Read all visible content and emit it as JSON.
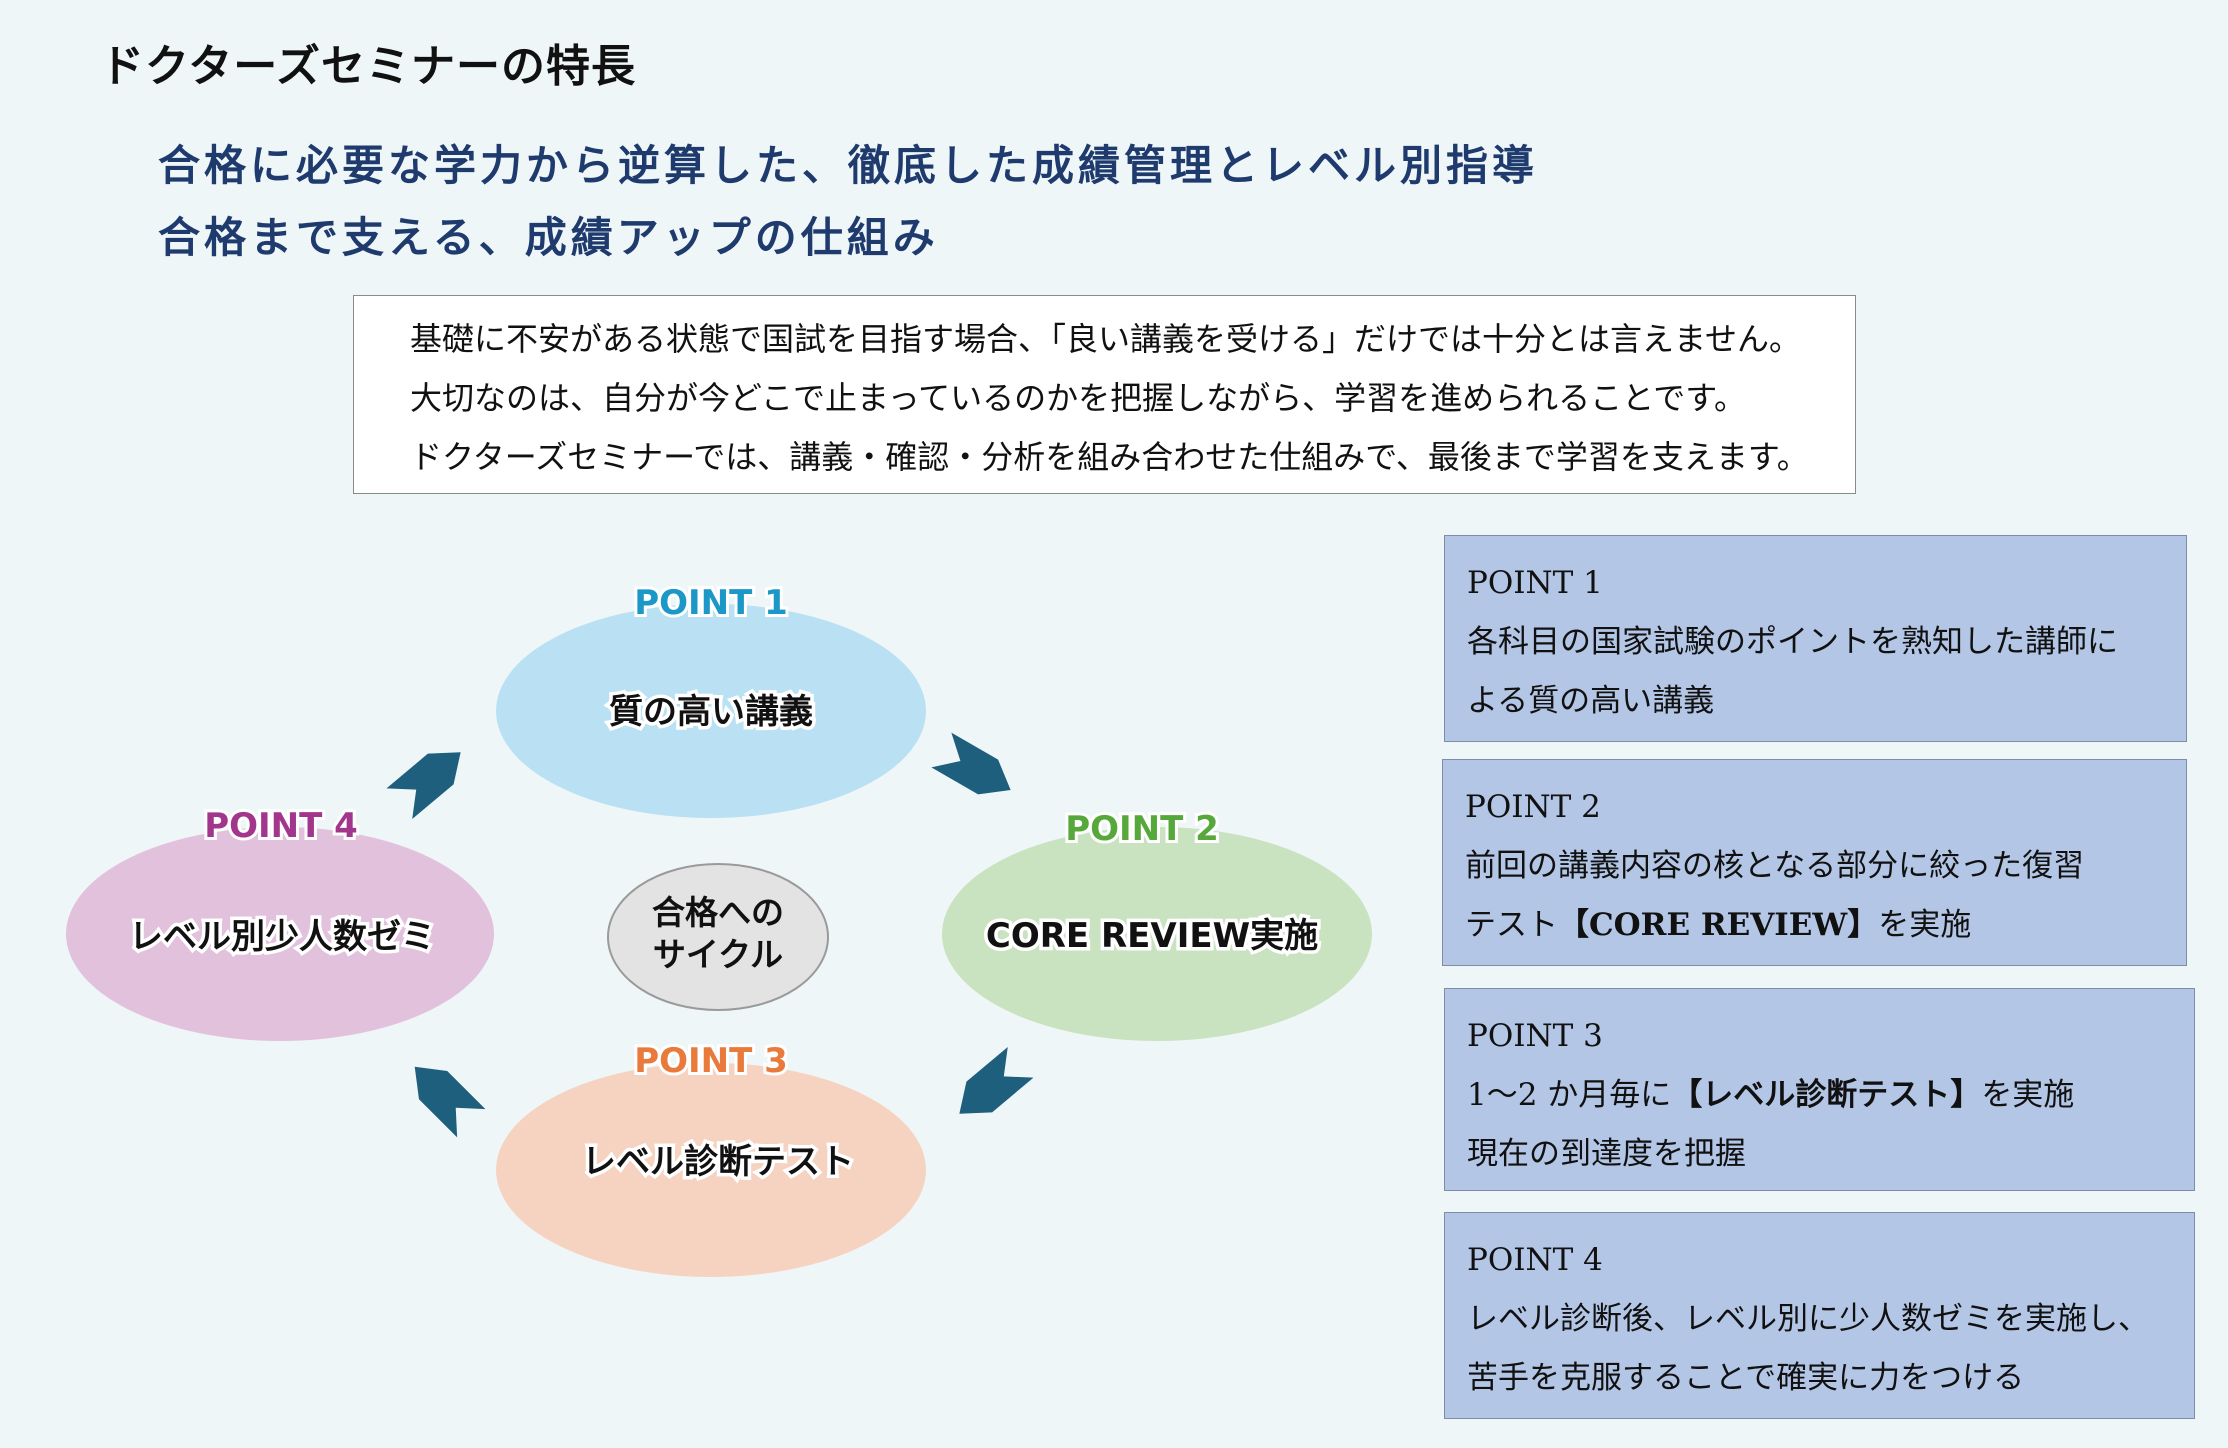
{
  "page": {
    "title": "ドクターズセミナーの特長",
    "headline_lines": [
      "合格に必要な学力から逆算した、徹底した成績管理とレベル別指導",
      "合格まで支える、成績アップの仕組み"
    ]
  },
  "intro": {
    "lines": [
      "基礎に不安がある状態で国試を目指す場合、「良い講義を受ける」だけでは十分とは言えません。",
      "大切なのは、自分が今どこで止まっているのかを把握しながら、学習を進められることです。",
      "ドクターズセミナーでは、講義・確認・分析を組み合わせた仕組みで、最後まで学習を支えます。"
    ]
  },
  "cycle": {
    "center_lines": [
      "合格への",
      "サイクル"
    ],
    "nodes": [
      {
        "point": "POINT 1",
        "label": "質の高い講義",
        "color": "#b9e1f3",
        "label_color": "#1b97c8"
      },
      {
        "point": "POINT 2",
        "label": "CORE REVIEW実施",
        "color": "#c9e3c1",
        "label_color": "#57a83b"
      },
      {
        "point": "POINT 3",
        "label": "レベル診断テスト",
        "color": "#f6d3c1",
        "label_color": "#e87a3c"
      },
      {
        "point": "POINT 4",
        "label": "レベル別少人数ゼミ",
        "color": "#e2c1dd",
        "label_color": "#a1368c"
      }
    ],
    "arrow_color": "#1f5f7e"
  },
  "points": [
    {
      "heading": "POINT 1",
      "line1": "各科目の国家試験のポイントを熟知した講師に",
      "line2": "よる質の高い講義"
    },
    {
      "heading": "POINT 2",
      "line1": "前回の講義内容の核となる部分に絞った復習",
      "line2_pre": "テスト",
      "line2_strong": "【CORE REVIEW】",
      "line2_post": "を実施"
    },
    {
      "heading": "POINT 3",
      "line1_pre": "1〜2 か月毎に",
      "line1_strong": "【レベル診断テスト】",
      "line1_post": "を実施",
      "line2": "現在の到達度を把握"
    },
    {
      "heading": "POINT 4",
      "line1": "レベル診断後、レベル別に少人数ゼミを実施し、",
      "line2": "苦手を克服することで確実に力をつける"
    }
  ]
}
